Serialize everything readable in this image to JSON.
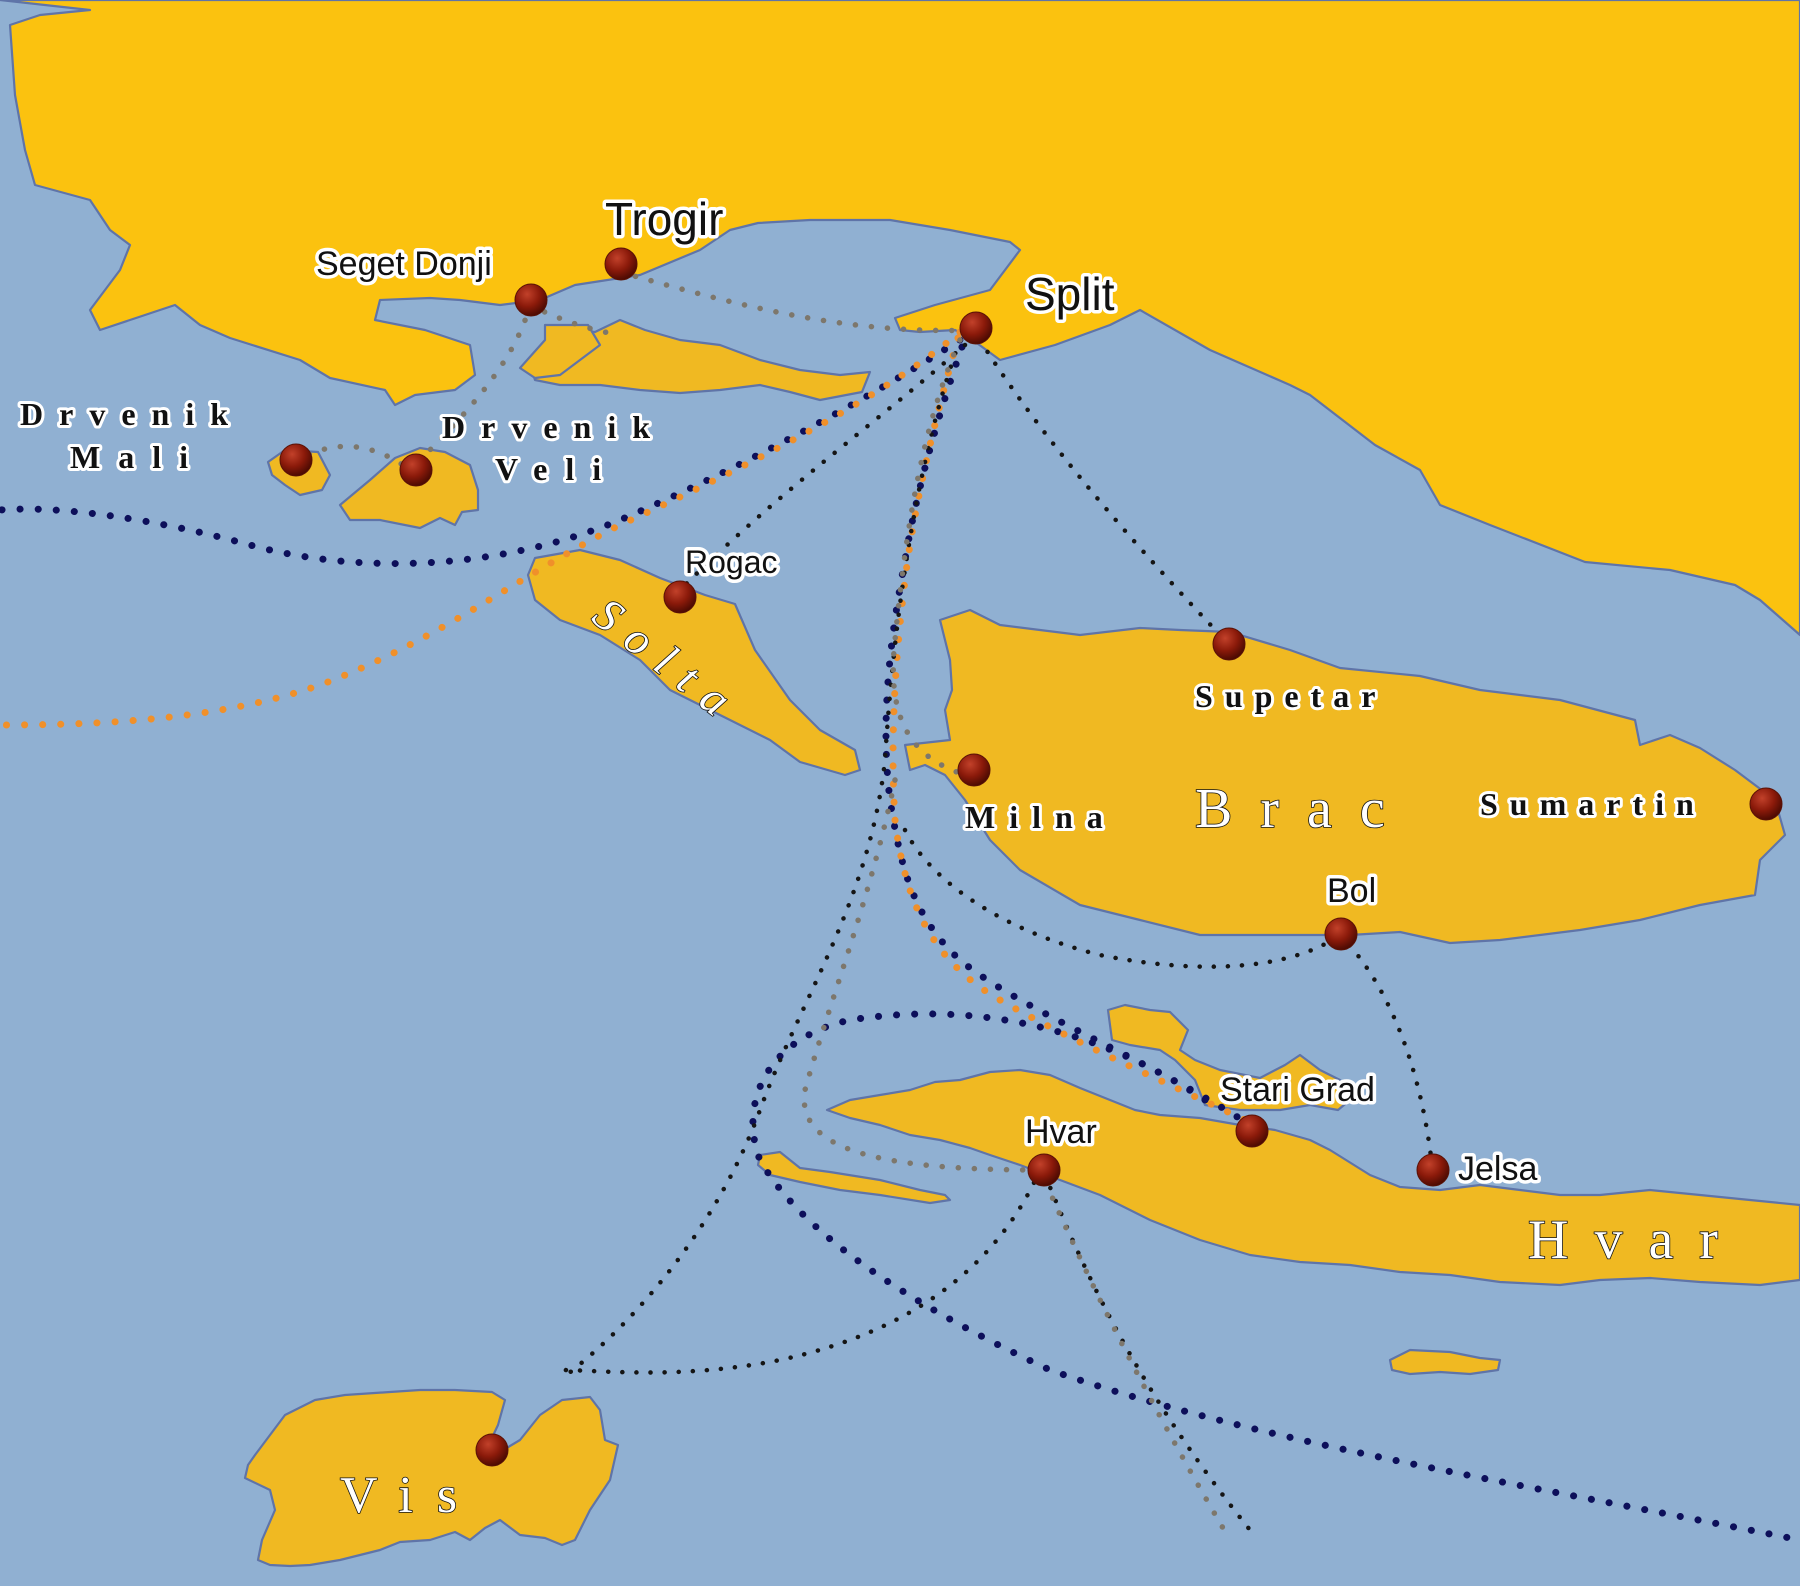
{
  "map": {
    "colors": {
      "sea": "#90b0d2",
      "land": "#fbc20f",
      "island": "#f0b922",
      "coastline": "#5f74a8",
      "port": "#8b1a0a",
      "route_navy": "#0d0f5a",
      "route_orange": "#f0902a",
      "route_black": "#151515",
      "route_grey": "#7d776c"
    },
    "ports": {
      "trogir": "Trogir",
      "split": "Split",
      "seget_donji": "Seget Donji",
      "rogac": "Rogac",
      "supetar": "Supetar",
      "milna": "Milna",
      "sumartin": "Sumartin",
      "bol": "Bol",
      "stari_grad": "Stari Grad",
      "hvar_town": "Hvar",
      "jelsa": "Jelsa"
    },
    "islands": {
      "drvenik_mali_1": "Drvenik",
      "drvenik_mali_2": "Mali",
      "drvenik_veli_1": "Drvenik",
      "drvenik_veli_2": "Veli",
      "solta": "Solta",
      "brac": "Brac",
      "hvar": "Hvar",
      "vis": "Vis"
    }
  }
}
